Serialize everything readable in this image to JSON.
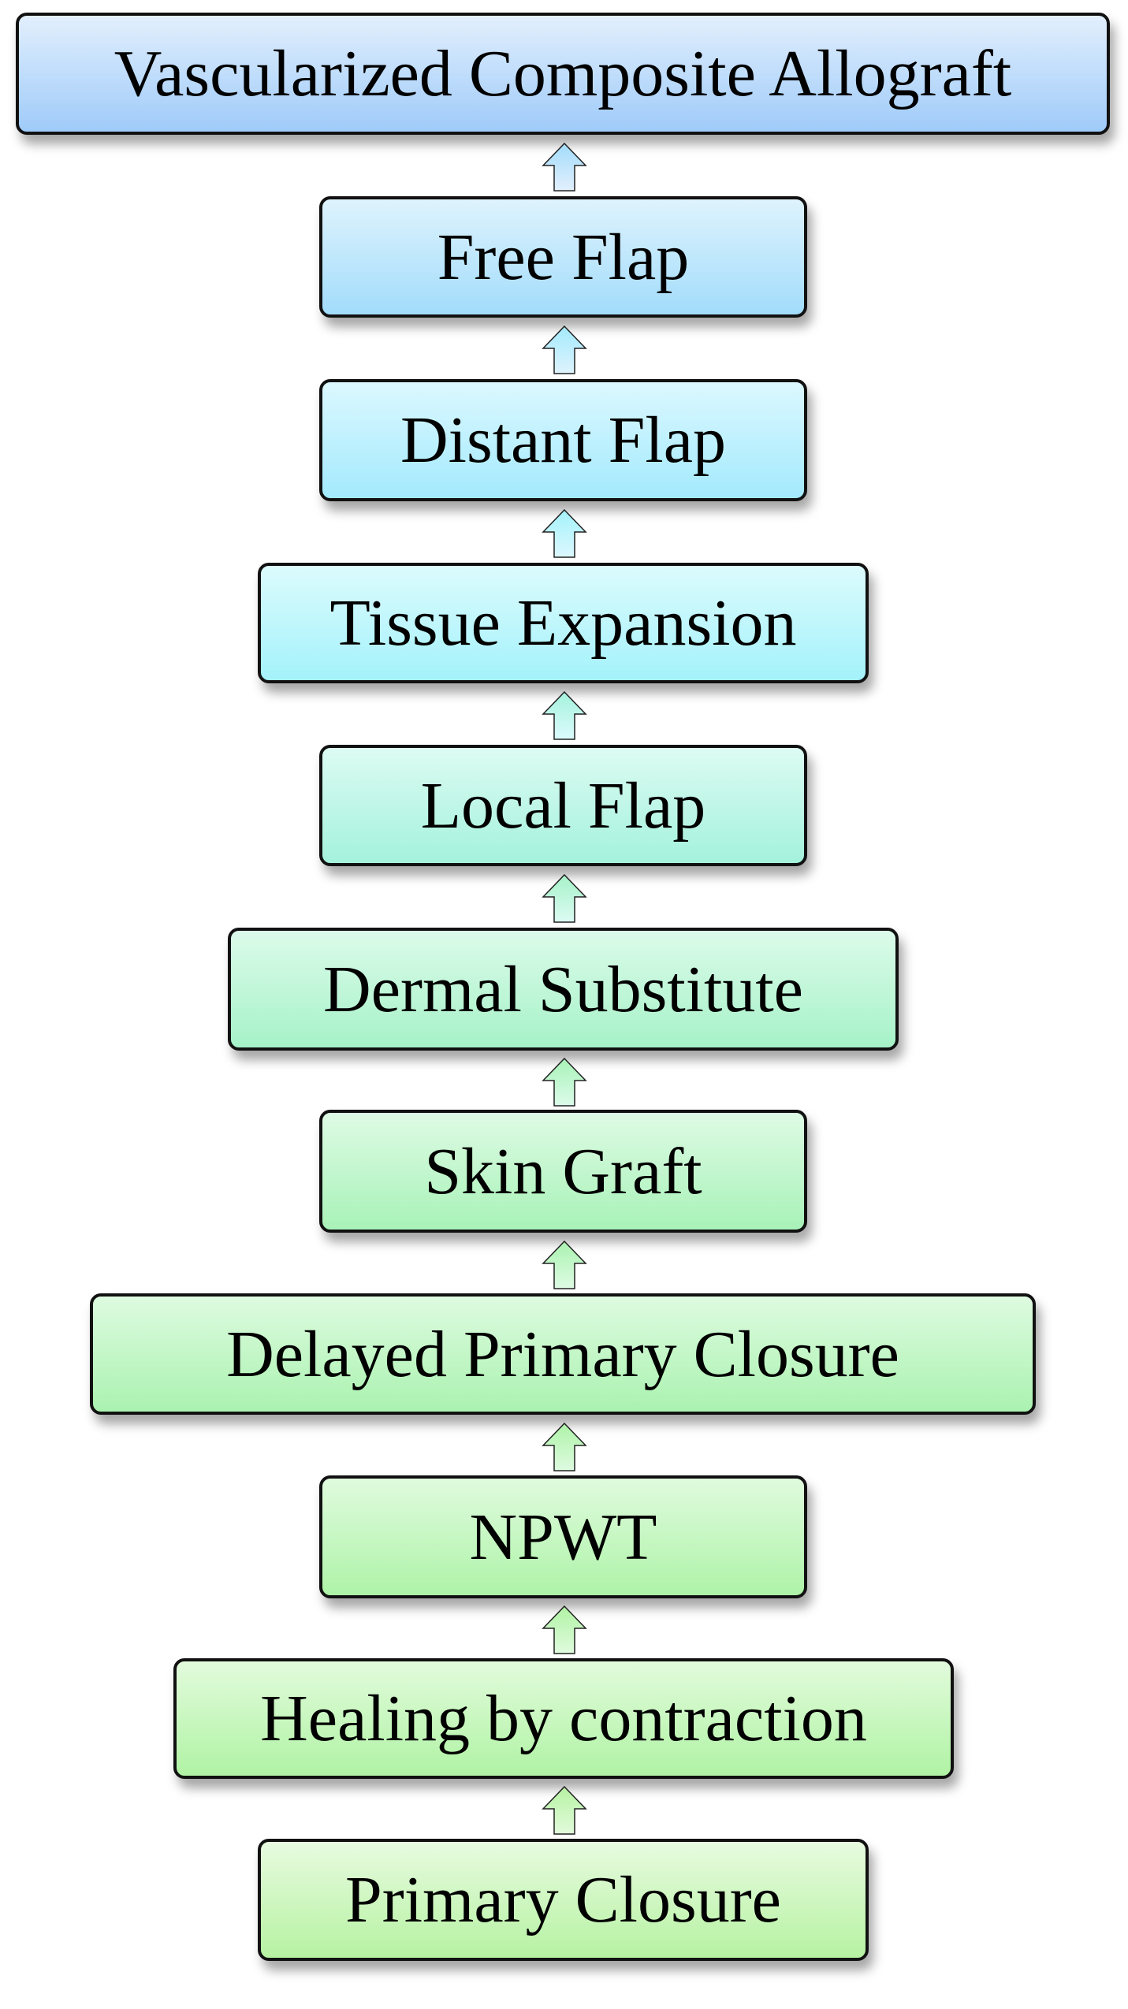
{
  "title": "Reconstructive ladder",
  "steps": [
    {
      "label": "Vascularized Composite Allograft",
      "top_color": "#e2effd",
      "bottom_color": "#9fcbf9"
    },
    {
      "label": "Free Flap",
      "top_color": "#def3fd",
      "bottom_color": "#a2dcfb"
    },
    {
      "label": "Distant Flap",
      "top_color": "#dcf8fe",
      "bottom_color": "#a3eafd"
    },
    {
      "label": "Tissue Expansion",
      "top_color": "#dcfbfd",
      "bottom_color": "#a4f2fb"
    },
    {
      "label": "Local Flap",
      "top_color": "#dcfbf3",
      "bottom_color": "#a4f2dc"
    },
    {
      "label": "Dermal Substitute",
      "top_color": "#dcfbea",
      "bottom_color": "#a6f2c8"
    },
    {
      "label": "Skin Graft",
      "top_color": "#defbe4",
      "bottom_color": "#a8f2b8"
    },
    {
      "label": "Delayed Primary Closure",
      "top_color": "#defbe0",
      "bottom_color": "#aaf2b0"
    },
    {
      "label": "NPWT",
      "top_color": "#e0fbde",
      "bottom_color": "#aef3a8"
    },
    {
      "label": "Healing by contraction",
      "top_color": "#e2fbdc",
      "bottom_color": "#b0f3a4"
    },
    {
      "label": "Primary Closure",
      "top_color": "#e8fbe0",
      "bottom_color": "#b6f2a2"
    }
  ]
}
